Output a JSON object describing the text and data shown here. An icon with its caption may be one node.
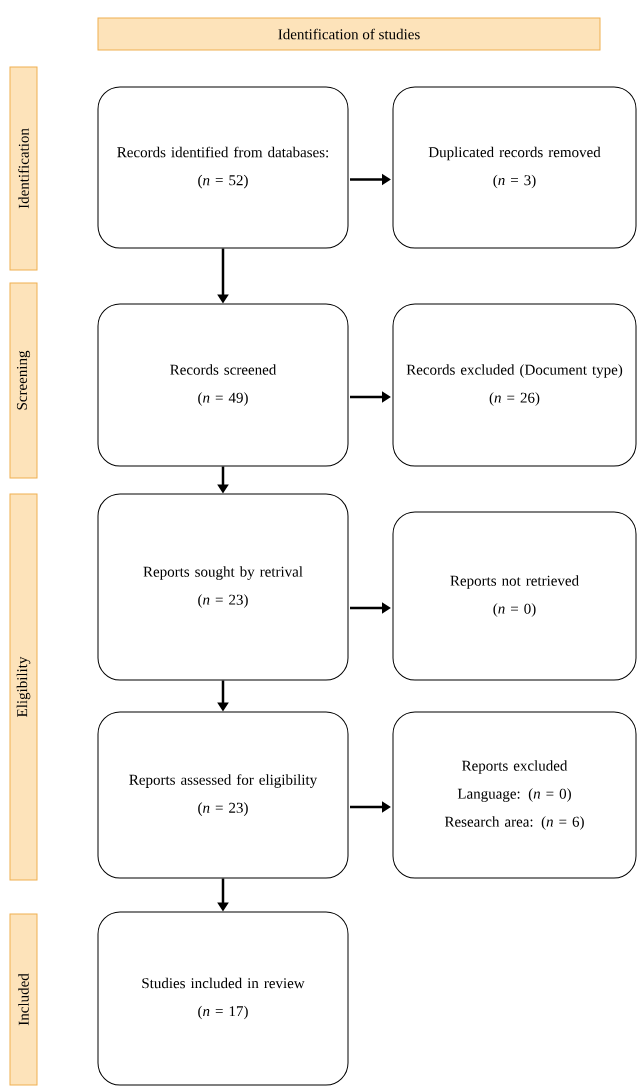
{
  "diagram": {
    "nodes": [
      {
        "text": [
          "Identification of studies"
        ]
      },
      {
        "text": [
          "Identification"
        ]
      },
      {
        "text": [
          "Screening"
        ]
      },
      {
        "text": [
          "Eligibility"
        ]
      },
      {
        "text": [
          "Included"
        ]
      },
      {
        "text": [
          "Records identified from databases:",
          "(*n* = 52)"
        ]
      },
      {
        "text": [
          "Duplicated records removed",
          "(*n* = 3)"
        ]
      },
      {
        "text": [
          "Records screened",
          "(*n* = 49)"
        ]
      },
      {
        "text": [
          "Records excluded (Document type)",
          "(*n* = 26)"
        ]
      },
      {
        "text": [
          "Reports sought by retrival",
          "(*n* = 23)"
        ]
      },
      {
        "text": [
          "Reports not retrieved",
          "(*n* = 0)"
        ]
      },
      {
        "text": [
          "Reports assessed for eligibility",
          "(*n* = 23)"
        ]
      },
      {
        "text": [
          "Reports excluded",
          "Language: (*n* = 0)",
          "Research area: (*n* = 6)"
        ]
      },
      {
        "text": [
          "Studies included in review",
          "(*n* = 17)"
        ]
      }
    ],
    "edges": [
      {
        "from": 5,
        "to": 6,
        "arrow": "to"
      },
      {
        "from": 5,
        "to": 7,
        "arrow": "to"
      },
      {
        "from": 7,
        "to": 8,
        "arrow": "to"
      },
      {
        "from": 7,
        "to": 9,
        "arrow": "to"
      },
      {
        "from": 9,
        "to": 10,
        "arrow": "to"
      },
      {
        "from": 9,
        "to": 11,
        "arrow": "to"
      },
      {
        "from": 11,
        "to": 12,
        "arrow": "to"
      },
      {
        "from": 11,
        "to": 13,
        "arrow": "to"
      }
    ]
  }
}
